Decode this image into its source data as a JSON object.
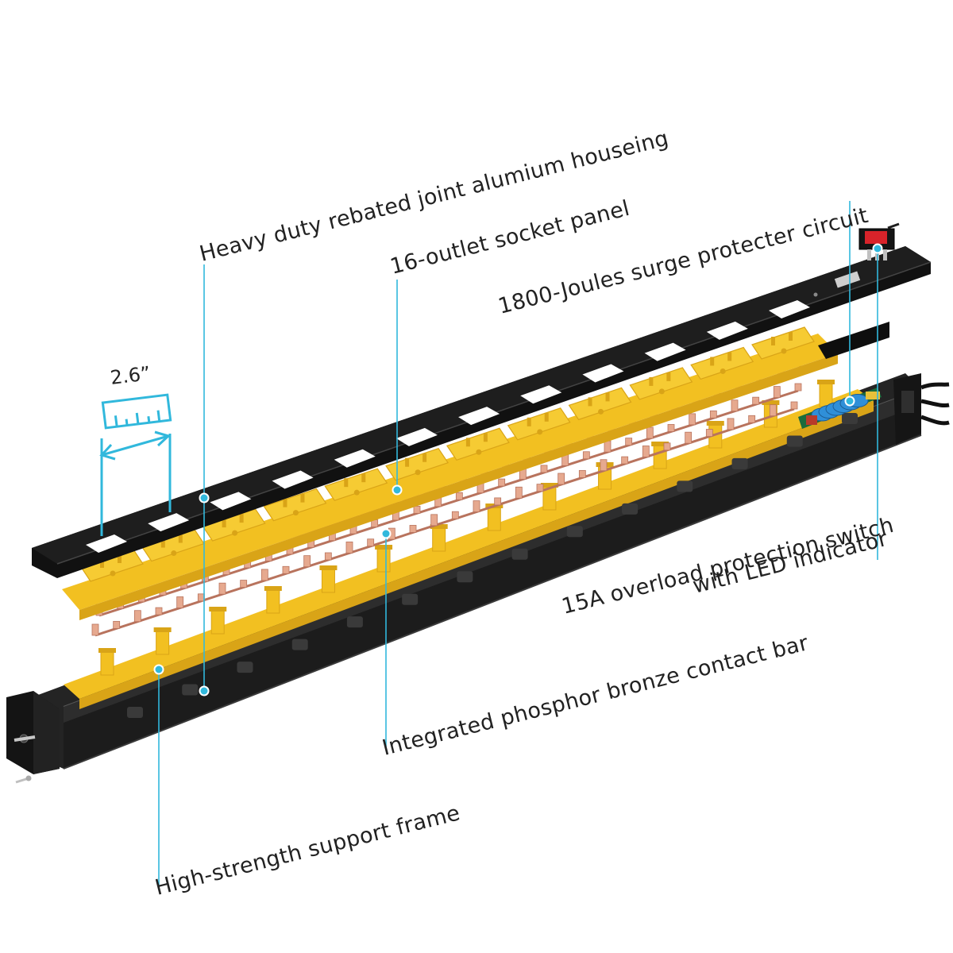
{
  "diagram": {
    "callouts": [
      {
        "id": "housing",
        "label": "Heavy duty rebated joint alumium houseing"
      },
      {
        "id": "socket-panel",
        "label": "16-outlet socket panel"
      },
      {
        "id": "surge",
        "label": "1800-Joules surge protecter circuit"
      },
      {
        "id": "switch-line1",
        "label": "15A overload protection switch"
      },
      {
        "id": "switch-line2",
        "label": "with LED indicator"
      },
      {
        "id": "contact-bar",
        "label": "Integrated phosphor bronze contact bar"
      },
      {
        "id": "frame",
        "label": "High-strength support frame"
      }
    ],
    "dimension": {
      "label": "2.6”"
    },
    "outlet_count": 16,
    "colors": {
      "accent": "#31b8dc",
      "housing": "#1c1c1c",
      "socket": "#f2c021",
      "socket_dark": "#d9a417",
      "bronze": "#e6a98f",
      "bronze_dark": "#b8735d",
      "surge_blue": "#2f8fd8",
      "switch_red": "#d8232a"
    }
  }
}
